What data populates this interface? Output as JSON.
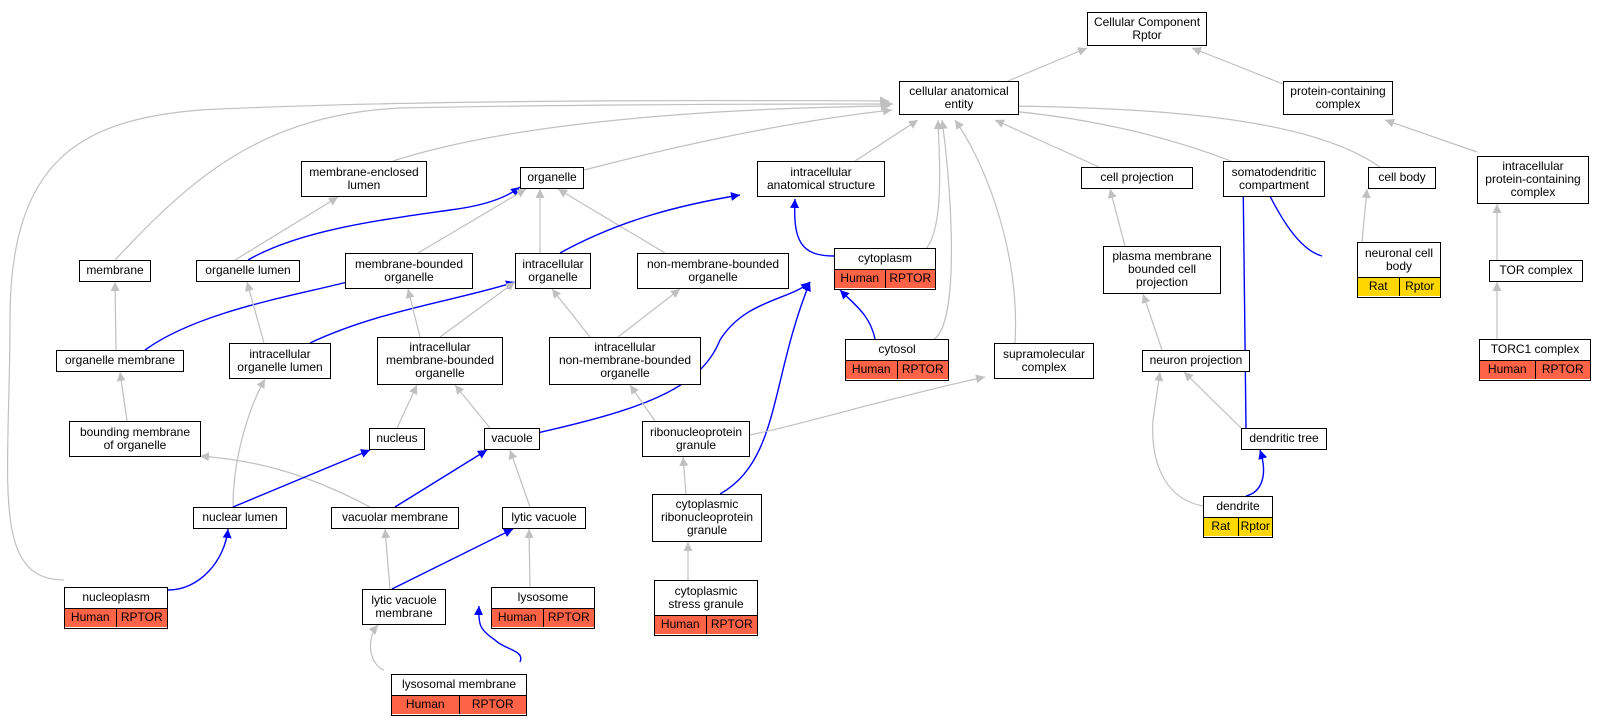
{
  "colors": {
    "edge_gray": "#c0c0c0",
    "edge_blue": "#0000ff",
    "human": "#ff6347",
    "rat": "#ffd700",
    "text": "#000000"
  },
  "nodes": {
    "root": {
      "label": "Cellular Component\nRptor"
    },
    "cae": {
      "label": "cellular anatomical\nentity"
    },
    "pcc": {
      "label": "protein-containing\ncomplex"
    },
    "mel": {
      "label": "membrane-enclosed\nlumen"
    },
    "org": {
      "label": "organelle"
    },
    "ias": {
      "label": "intracellular\nanatomical structure"
    },
    "cpr": {
      "label": "cell projection"
    },
    "som": {
      "label": "somatodendritic\ncompartment"
    },
    "cbo": {
      "label": "cell body"
    },
    "ipc": {
      "label": "intracellular\nprotein-containing\ncomplex"
    },
    "mem": {
      "label": "membrane"
    },
    "orl": {
      "label": "organelle lumen"
    },
    "mbo": {
      "label": "membrane-bounded\norganelle"
    },
    "ino": {
      "label": "intracellular\norganelle"
    },
    "nmb": {
      "label": "non-membrane-bounded\norganelle"
    },
    "cyt": {
      "label": "cytoplasm",
      "annot": [
        "Human",
        "RPTOR"
      ]
    },
    "pmb": {
      "label": "plasma membrane\nbounded cell\nprojection"
    },
    "ncb": {
      "label": "neuronal cell\nbody",
      "annot": [
        "Rat",
        "Rptor"
      ]
    },
    "tor": {
      "label": "TOR complex"
    },
    "orm": {
      "label": "organelle membrane"
    },
    "iol": {
      "label": "intracellular\norganelle lumen"
    },
    "imb": {
      "label": "intracellular\nmembrane-bounded\norganelle"
    },
    "inm": {
      "label": "intracellular\nnon-membrane-bounded\norganelle"
    },
    "cso": {
      "label": "cytosol",
      "annot": [
        "Human",
        "RPTOR"
      ]
    },
    "smc": {
      "label": "supramolecular\ncomplex"
    },
    "npr": {
      "label": "neuron projection"
    },
    "tc1": {
      "label": "TORC1 complex",
      "annot": [
        "Human",
        "RPTOR"
      ]
    },
    "bmo": {
      "label": "bounding membrane\nof organelle"
    },
    "nuc": {
      "label": "nucleus"
    },
    "vac": {
      "label": "vacuole"
    },
    "rng": {
      "label": "ribonucleoprotein\ngranule"
    },
    "dtr": {
      "label": "dendritic tree"
    },
    "nul": {
      "label": "nuclear lumen"
    },
    "vme": {
      "label": "vacuolar membrane"
    },
    "lva": {
      "label": "lytic vacuole"
    },
    "crg": {
      "label": "cytoplasmic\nribonucleoprotein\ngranule"
    },
    "den": {
      "label": "dendrite",
      "annot": [
        "Rat",
        "Rptor"
      ]
    },
    "npl": {
      "label": "nucleoplasm",
      "annot": [
        "Human",
        "RPTOR"
      ]
    },
    "lvm": {
      "label": "lytic vacuole\nmembrane"
    },
    "lys": {
      "label": "lysosome",
      "annot": [
        "Human",
        "RPTOR"
      ]
    },
    "csg": {
      "label": "cytoplasmic\nstress granule",
      "annot": [
        "Human",
        "RPTOR"
      ]
    },
    "lym": {
      "label": "lysosomal membrane",
      "annot": [
        "Human",
        "RPTOR"
      ]
    }
  },
  "edges": [
    {
      "from": "cae",
      "to": "root",
      "color": "gray"
    },
    {
      "from": "pcc",
      "to": "root",
      "color": "gray"
    },
    {
      "from": "ipc",
      "to": "pcc",
      "color": "gray"
    },
    {
      "from": "mel",
      "to": "cae",
      "color": "gray"
    },
    {
      "from": "org",
      "to": "cae",
      "color": "gray"
    },
    {
      "from": "ias",
      "to": "cae",
      "color": "gray"
    },
    {
      "from": "cpr",
      "to": "cae",
      "color": "gray"
    },
    {
      "from": "som",
      "to": "cae",
      "color": "gray"
    },
    {
      "from": "cbo",
      "to": "cae",
      "color": "gray"
    },
    {
      "from": "mem",
      "to": "cae",
      "color": "gray"
    },
    {
      "from": "npl",
      "to": "cae",
      "color": "gray"
    },
    {
      "from": "cyt",
      "to": "cae",
      "color": "gray"
    },
    {
      "from": "cso",
      "to": "cae",
      "color": "gray"
    },
    {
      "from": "smc",
      "to": "cae",
      "color": "gray"
    },
    {
      "from": "orl",
      "to": "mel",
      "color": "gray"
    },
    {
      "from": "orl",
      "to": "org",
      "color": "blue"
    },
    {
      "from": "mbo",
      "to": "org",
      "color": "gray"
    },
    {
      "from": "ino",
      "to": "org",
      "color": "gray"
    },
    {
      "from": "nmb",
      "to": "org",
      "color": "gray"
    },
    {
      "from": "ino",
      "to": "ias",
      "color": "blue"
    },
    {
      "from": "cyt",
      "to": "ias",
      "color": "blue"
    },
    {
      "from": "pmb",
      "to": "cpr",
      "color": "gray"
    },
    {
      "from": "dtr",
      "to": "som",
      "color": "blue"
    },
    {
      "from": "ncb",
      "to": "som",
      "color": "blue"
    },
    {
      "from": "ncb",
      "to": "cbo",
      "color": "gray"
    },
    {
      "from": "tor",
      "to": "ipc",
      "color": "gray"
    },
    {
      "from": "tc1",
      "to": "tor",
      "color": "gray"
    },
    {
      "from": "orm",
      "to": "mem",
      "color": "gray"
    },
    {
      "from": "orm",
      "to": "mbo",
      "color": "blue"
    },
    {
      "from": "iol",
      "to": "orl",
      "color": "gray"
    },
    {
      "from": "iol",
      "to": "ino",
      "color": "blue"
    },
    {
      "from": "imb",
      "to": "mbo",
      "color": "gray"
    },
    {
      "from": "imb",
      "to": "ino",
      "color": "gray"
    },
    {
      "from": "inm",
      "to": "ino",
      "color": "gray"
    },
    {
      "from": "inm",
      "to": "nmb",
      "color": "gray"
    },
    {
      "from": "cso",
      "to": "cyt",
      "color": "blue"
    },
    {
      "from": "vac",
      "to": "cyt",
      "color": "blue"
    },
    {
      "from": "crg",
      "to": "cyt",
      "color": "blue"
    },
    {
      "from": "npr",
      "to": "pmb",
      "color": "gray"
    },
    {
      "from": "bmo",
      "to": "orm",
      "color": "gray"
    },
    {
      "from": "nul",
      "to": "iol",
      "color": "gray"
    },
    {
      "from": "nuc",
      "to": "imb",
      "color": "gray"
    },
    {
      "from": "vac",
      "to": "imb",
      "color": "gray"
    },
    {
      "from": "rng",
      "to": "inm",
      "color": "gray"
    },
    {
      "from": "rng",
      "to": "smc",
      "color": "gray"
    },
    {
      "from": "dtr",
      "to": "npr",
      "color": "gray"
    },
    {
      "from": "den",
      "to": "npr",
      "color": "gray"
    },
    {
      "from": "vme",
      "to": "bmo",
      "color": "gray"
    },
    {
      "from": "nul",
      "to": "nuc",
      "color": "blue"
    },
    {
      "from": "vme",
      "to": "vac",
      "color": "blue"
    },
    {
      "from": "lva",
      "to": "vac",
      "color": "gray"
    },
    {
      "from": "crg",
      "to": "rng",
      "color": "gray"
    },
    {
      "from": "den",
      "to": "dtr",
      "color": "blue"
    },
    {
      "from": "npl",
      "to": "nul",
      "color": "blue"
    },
    {
      "from": "lvm",
      "to": "vme",
      "color": "gray"
    },
    {
      "from": "lvm",
      "to": "lva",
      "color": "blue"
    },
    {
      "from": "lys",
      "to": "lva",
      "color": "gray"
    },
    {
      "from": "csg",
      "to": "crg",
      "color": "gray"
    },
    {
      "from": "lym",
      "to": "lvm",
      "color": "gray"
    },
    {
      "from": "lym",
      "to": "lys",
      "color": "blue"
    }
  ]
}
